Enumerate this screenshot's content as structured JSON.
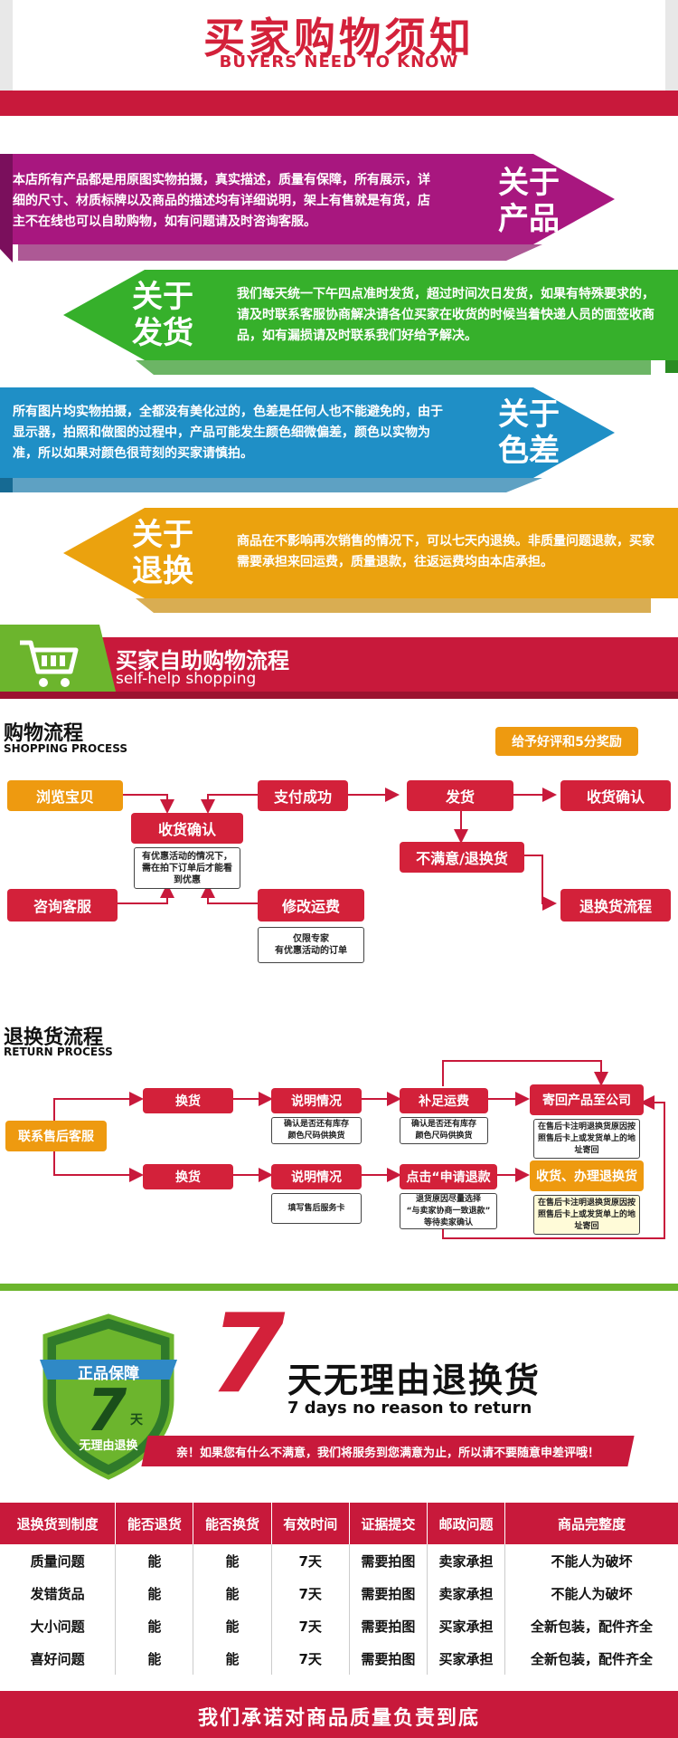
{
  "header": {
    "title": "买家购物须知",
    "subtitle": "BUYERS NEED TO KNOW"
  },
  "banners": [
    {
      "text": "本店所有产品都是用原图实物拍摄，真实描述，质量有保障，所有展示，详细的尺寸、材质标牌以及商品的描述均有详细说明，架上有售就是有货，店主不在线也可以自助购物，如有问题请及时咨询客服。",
      "label": "关于\n产品",
      "color": "#a8177f"
    },
    {
      "text": "我们每天统一下午四点准时发货，超过时间次日发货，如果有特殊要求的，请及时联系客服协商解决请各位买家在收货的时候当着快递人员的面签收商品，如有漏损请及时联系我们好给予解决。",
      "label": "关于\n发货",
      "color": "#36b02b"
    },
    {
      "text": "所有图片均实物拍摄，全都没有美化过的，色差是任何人也不能避免的，由于显示器，拍照和做图的过程中，产品可能发生颜色细微偏差，颜色以实物为准，所以如果对颜色很苛刻的买家请慎拍。",
      "label": "关于\n色差",
      "color": "#1f8fc6"
    },
    {
      "text": "商品在不影响再次销售的情况下，可以七天内退换。非质量问题退款，买家需要承担来回运费，质量退款，往返运费均由本店承担。",
      "label": "关于\n退换",
      "color": "#eba20e"
    }
  ],
  "selfhelp": {
    "title": "买家自助购物流程",
    "subtitle": "self-help shopping"
  },
  "shopping": {
    "title": "购物流程",
    "subtitle": "SHOPPING PROCESS",
    "reward": "给予好评和5分奖励",
    "browse": "浏览宝贝",
    "pay": "支付成功",
    "ship": "发货",
    "receive": "收货确认",
    "confirm_mid": "收货确认",
    "confirm_note": "有优惠活动的情况下，需在拍下订单后才能看到优惠",
    "unsatisfied": "不满意/退换货",
    "consult": "咨询客服",
    "modify": "修改运费",
    "modify_note": "仅限专家\n有优惠活动的订单",
    "return_flow": "退换货流程"
  },
  "returns": {
    "title": "退换货流程",
    "subtitle": "RETURN PROCESS",
    "contact": "联系售后客服",
    "exchange": "换货",
    "explain": "说明情况",
    "explain_note": "确认是否还有库存\n颜色尺码供换货",
    "supplement": "补足运费",
    "supplement_note": "确认是否还有库存\n颜色尺码供换货",
    "sendback": "寄回产品至公司",
    "sendback_note": "在售后卡注明退换货原因按照售后卡上或发货单上的地址寄回",
    "exchange2": "换货",
    "explain2": "说明情况",
    "explain2_note": "填写售后服务卡",
    "apply": "点击“申请退款",
    "apply_note": "退货原因尽量选择\n“与卖家协商一致退款”\n等待卖家确认",
    "receive_return": "收货、办理退换货",
    "receive_return_note": "在售后卡注明退换货原因按照售后卡上或发货单上的地址寄回"
  },
  "guarantee": {
    "shield_top": "正品保障",
    "shield_num": "7",
    "shield_day": "天",
    "shield_bottom": "无理由退换",
    "big_num": "7",
    "big_title": "天无理由退换货",
    "big_sub": "7 days no reason to return",
    "notice": "亲！如果您有什么不满意，我们将服务到您满意为止，所以请不要随意申差评哦！"
  },
  "policy": {
    "headers": [
      "退换货到制度",
      "能否退货",
      "能否换货",
      "有效时间",
      "证据提交",
      "邮政问题",
      "商品完整度"
    ],
    "rows": [
      [
        "质量问题",
        "能",
        "能",
        "7天",
        "需要拍图",
        "卖家承担",
        "不能人为破坏"
      ],
      [
        "发错货品",
        "能",
        "能",
        "7天",
        "需要拍图",
        "卖家承担",
        "不能人为破坏"
      ],
      [
        "大小问题",
        "能",
        "能",
        "7天",
        "需要拍图",
        "买家承担",
        "全新包装，配件齐全"
      ],
      [
        "喜好问题",
        "能",
        "能",
        "7天",
        "需要拍图",
        "买家承担",
        "全新包装，配件齐全"
      ]
    ]
  },
  "footer": {
    "text": "我们承诺对商品质量负责到底"
  }
}
